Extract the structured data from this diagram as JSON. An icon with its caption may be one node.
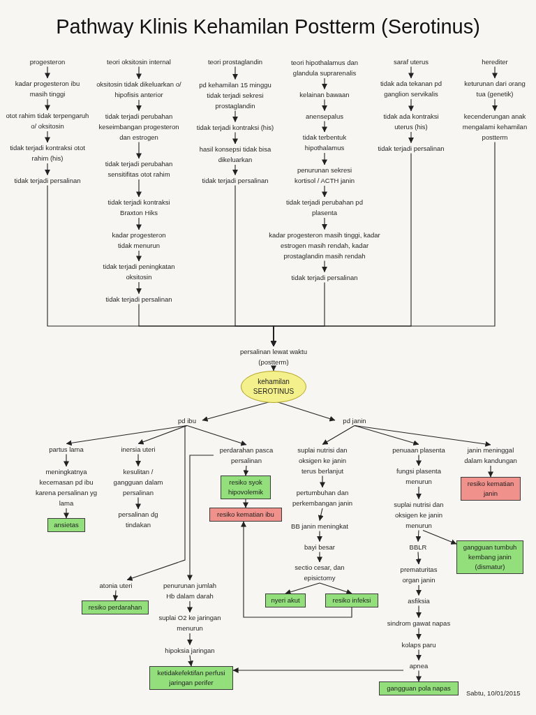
{
  "diagram": {
    "title": "Pathway Klinis Kehamilan Postterm (Serotinus)",
    "nodes": [
      {
        "text": [
          "progesteron"
        ]
      },
      {
        "text": [
          "kadar progesteron ibu masih tinggi"
        ]
      },
      {
        "text": [
          "otot rahim tidak terpengaruh o/ oksitosin"
        ]
      },
      {
        "text": [
          "tidak terjadi kontraksi otot rahim (his)"
        ]
      },
      {
        "text": [
          "tidak terjadi persalinan"
        ]
      },
      {
        "text": [
          "teori oksitosin internal"
        ]
      },
      {
        "text": [
          "oksitosin tidak dikeluarkan o/ hipofisis anterior"
        ]
      },
      {
        "text": [
          "tidak terjadi perubahan keseimbangan progesteron dan estrogen"
        ]
      },
      {
        "text": [
          "tidak terjadi perubahan sensitifitas otot rahim"
        ]
      },
      {
        "text": [
          "tidak terjadi kontraksi Braxton Hiks"
        ]
      },
      {
        "text": [
          "kadar progesteron tidak menurun"
        ]
      },
      {
        "text": [
          "tidak terjadi peningkatan oksitosin"
        ]
      },
      {
        "text": [
          "tidak terjadi persalinan"
        ]
      },
      {
        "text": [
          "teori prostaglandin"
        ]
      },
      {
        "text": [
          "pd kehamilan 15 minggu tidak terjadi sekresi prostaglandin"
        ]
      },
      {
        "text": [
          "tidak terjadi kontraksi (his)"
        ]
      },
      {
        "text": [
          "hasil konsepsi tidak bisa dikeluarkan"
        ]
      },
      {
        "text": [
          "tidak terjadi persalinan"
        ]
      },
      {
        "text": [
          "teori hipothalamus dan glandula suprarenalis"
        ]
      },
      {
        "text": [
          "kelainan bawaan"
        ]
      },
      {
        "text": [
          "anensepalus"
        ]
      },
      {
        "text": [
          "tidak terbentuk hipothalamus"
        ]
      },
      {
        "text": [
          "penurunan sekresi kortisol / ACTH janin"
        ]
      },
      {
        "text": [
          "tidak terjadi perubahan pd plasenta"
        ]
      },
      {
        "text": [
          "kadar progesteron masih tinggi, kadar estrogen masih rendah, kadar prostaglandin masih rendah"
        ]
      },
      {
        "text": [
          "tidak terjadi persalinan"
        ]
      },
      {
        "text": [
          "saraf uterus"
        ]
      },
      {
        "text": [
          "tidak ada tekanan pd ganglion servikalis"
        ]
      },
      {
        "text": [
          "tidak ada kontraksi uterus (his)"
        ]
      },
      {
        "text": [
          "tidak terjadi persalinan"
        ]
      },
      {
        "text": [
          "herediter"
        ]
      },
      {
        "text": [
          "keturunan dari orang tua (genetik)"
        ]
      },
      {
        "text": [
          "kecenderungan anak mengalami kehamilan postterm"
        ]
      },
      {
        "text": [
          "persalinan lewat waktu (postterm)"
        ]
      },
      {
        "text": [
          "kehamilan SEROTINUS"
        ]
      },
      {
        "text": [
          "pd ibu"
        ]
      },
      {
        "text": [
          "pd janin"
        ]
      },
      {
        "text": [
          "partus lama"
        ]
      },
      {
        "text": [
          "inersia uteri"
        ]
      },
      {
        "text": [
          "perdarahan pasca persalinan"
        ]
      },
      {
        "text": [
          "meningkatnya kecemasan pd ibu karena persalinan yg lama"
        ]
      },
      {
        "text": [
          "ansietas"
        ]
      },
      {
        "text": [
          "kesulitan / gangguan dalam persalinan"
        ]
      },
      {
        "text": [
          "persalinan dg tindakan"
        ]
      },
      {
        "text": [
          "resiko syok hipovolemik"
        ]
      },
      {
        "text": [
          "resiko kematian ibu"
        ]
      },
      {
        "text": [
          "atonia uteri"
        ]
      },
      {
        "text": [
          "penurunan jumlah Hb dalam darah"
        ]
      },
      {
        "text": [
          "resiko perdarahan"
        ]
      },
      {
        "text": [
          "suplai O2 ke jaringan menurun"
        ]
      },
      {
        "text": [
          "hipoksia jaringan"
        ]
      },
      {
        "text": [
          "ketidakefektifan perfusi jaringan perifer"
        ]
      },
      {
        "text": [
          "suplai nutrisi dan oksigen ke janin terus berlanjut"
        ]
      },
      {
        "text": [
          "penuaan plasenta"
        ]
      },
      {
        "text": [
          "janin meninggal dalam kandungan"
        ]
      },
      {
        "text": [
          "pertumbuhan dan perkembangan janin"
        ]
      },
      {
        "text": [
          "BB janin meningkat"
        ]
      },
      {
        "text": [
          "bayi besar"
        ]
      },
      {
        "text": [
          "sectio cesar, dan episictomy"
        ]
      },
      {
        "text": [
          "nyeri akut"
        ]
      },
      {
        "text": [
          "resiko infeksi"
        ]
      },
      {
        "text": [
          "fungsi plasenta menurun"
        ]
      },
      {
        "text": [
          "suplai nutrisi dan oksigen ke janin menurun"
        ]
      },
      {
        "text": [
          "BBLR"
        ]
      },
      {
        "text": [
          "gangguan tumbuh kembang janin (dismatur)"
        ]
      },
      {
        "text": [
          "prematuritas organ janin"
        ]
      },
      {
        "text": [
          "asfiksia"
        ]
      },
      {
        "text": [
          "sindrom gawat napas"
        ]
      },
      {
        "text": [
          "kolaps paru"
        ]
      },
      {
        "text": [
          "apnea"
        ]
      },
      {
        "text": [
          "gangguan pola napas"
        ]
      },
      {
        "text": [
          "resiko kematian janin"
        ]
      }
    ],
    "edges": [
      {
        "from": 0,
        "to": 1,
        "arrow": "to"
      },
      {
        "from": 1,
        "to": 2,
        "arrow": "to"
      },
      {
        "from": 2,
        "to": 3,
        "arrow": "to"
      },
      {
        "from": 3,
        "to": 4,
        "arrow": "to"
      },
      {
        "from": 5,
        "to": 6,
        "arrow": "to"
      },
      {
        "from": 6,
        "to": 7,
        "arrow": "to"
      },
      {
        "from": 7,
        "to": 8,
        "arrow": "to"
      },
      {
        "from": 8,
        "to": 9,
        "arrow": "to"
      },
      {
        "from": 9,
        "to": 10,
        "arrow": "to"
      },
      {
        "from": 10,
        "to": 11,
        "arrow": "to"
      },
      {
        "from": 11,
        "to": 12,
        "arrow": "to"
      },
      {
        "from": 13,
        "to": 14,
        "arrow": "to"
      },
      {
        "from": 14,
        "to": 15,
        "arrow": "to"
      },
      {
        "from": 15,
        "to": 16,
        "arrow": "to"
      },
      {
        "from": 16,
        "to": 17,
        "arrow": "to"
      },
      {
        "from": 18,
        "to": 19,
        "arrow": "to"
      },
      {
        "from": 19,
        "to": 20,
        "arrow": "to"
      },
      {
        "from": 20,
        "to": 21,
        "arrow": "to"
      },
      {
        "from": 21,
        "to": 22,
        "arrow": "to"
      },
      {
        "from": 22,
        "to": 23,
        "arrow": "to"
      },
      {
        "from": 23,
        "to": 24,
        "arrow": "to"
      },
      {
        "from": 24,
        "to": 25,
        "arrow": "to"
      },
      {
        "from": 26,
        "to": 27,
        "arrow": "to"
      },
      {
        "from": 27,
        "to": 28,
        "arrow": "to"
      },
      {
        "from": 28,
        "to": 29,
        "arrow": "to"
      },
      {
        "from": 30,
        "to": 31,
        "arrow": "to"
      },
      {
        "from": 31,
        "to": 32,
        "arrow": "to"
      },
      {
        "from": 4,
        "to": 33,
        "arrow": "to"
      },
      {
        "from": 12,
        "to": 33,
        "arrow": "to"
      },
      {
        "from": 17,
        "to": 33,
        "arrow": "to"
      },
      {
        "from": 25,
        "to": 33,
        "arrow": "to"
      },
      {
        "from": 29,
        "to": 33,
        "arrow": "to"
      },
      {
        "from": 32,
        "to": 33,
        "arrow": "to"
      },
      {
        "from": 33,
        "to": 34,
        "arrow": "to"
      },
      {
        "from": 34,
        "to": 35,
        "arrow": "to"
      },
      {
        "from": 34,
        "to": 36,
        "arrow": "to"
      },
      {
        "from": 35,
        "to": 37,
        "arrow": "to"
      },
      {
        "from": 35,
        "to": 38,
        "arrow": "to"
      },
      {
        "from": 35,
        "to": 39,
        "arrow": "to"
      },
      {
        "from": 35,
        "to": 46,
        "arrow": "to"
      },
      {
        "from": 37,
        "to": 40,
        "arrow": "to"
      },
      {
        "from": 40,
        "to": 41,
        "arrow": "to"
      },
      {
        "from": 38,
        "to": 42,
        "arrow": "to"
      },
      {
        "from": 42,
        "to": 43,
        "arrow": "to"
      },
      {
        "from": 39,
        "to": 44,
        "arrow": "to"
      },
      {
        "from": 44,
        "to": 45,
        "arrow": "to"
      },
      {
        "from": 39,
        "to": 47,
        "arrow": "to"
      },
      {
        "from": 46,
        "to": 48,
        "arrow": "to"
      },
      {
        "from": 47,
        "to": 49,
        "arrow": "to"
      },
      {
        "from": 49,
        "to": 50,
        "arrow": "to"
      },
      {
        "from": 50,
        "to": 51,
        "arrow": "to"
      },
      {
        "from": 36,
        "to": 52,
        "arrow": "to"
      },
      {
        "from": 36,
        "to": 53,
        "arrow": "to"
      },
      {
        "from": 36,
        "to": 54,
        "arrow": "to"
      },
      {
        "from": 52,
        "to": 55,
        "arrow": "to"
      },
      {
        "from": 55,
        "to": 56,
        "arrow": "to"
      },
      {
        "from": 56,
        "to": 57,
        "arrow": "to"
      },
      {
        "from": 57,
        "to": 58,
        "arrow": "to"
      },
      {
        "from": 58,
        "to": 59,
        "arrow": "to"
      },
      {
        "from": 58,
        "to": 60,
        "arrow": "to"
      },
      {
        "from": 60,
        "to": 45,
        "arrow": "to"
      },
      {
        "from": 53,
        "to": 61,
        "arrow": "to"
      },
      {
        "from": 61,
        "to": 62,
        "arrow": "to"
      },
      {
        "from": 62,
        "to": 63,
        "arrow": "to"
      },
      {
        "from": 62,
        "to": 64,
        "arrow": "to"
      },
      {
        "from": 63,
        "to": 65,
        "arrow": "to"
      },
      {
        "from": 65,
        "to": 66,
        "arrow": "to"
      },
      {
        "from": 66,
        "to": 67,
        "arrow": "to"
      },
      {
        "from": 67,
        "to": 68,
        "arrow": "to"
      },
      {
        "from": 68,
        "to": 69,
        "arrow": "to"
      },
      {
        "from": 69,
        "to": 70,
        "arrow": "to"
      },
      {
        "from": 69,
        "to": 51,
        "arrow": "to"
      },
      {
        "from": 54,
        "to": 71,
        "arrow": "to"
      }
    ],
    "labels": [
      "Sabtu, 10/01/2015"
    ]
  }
}
